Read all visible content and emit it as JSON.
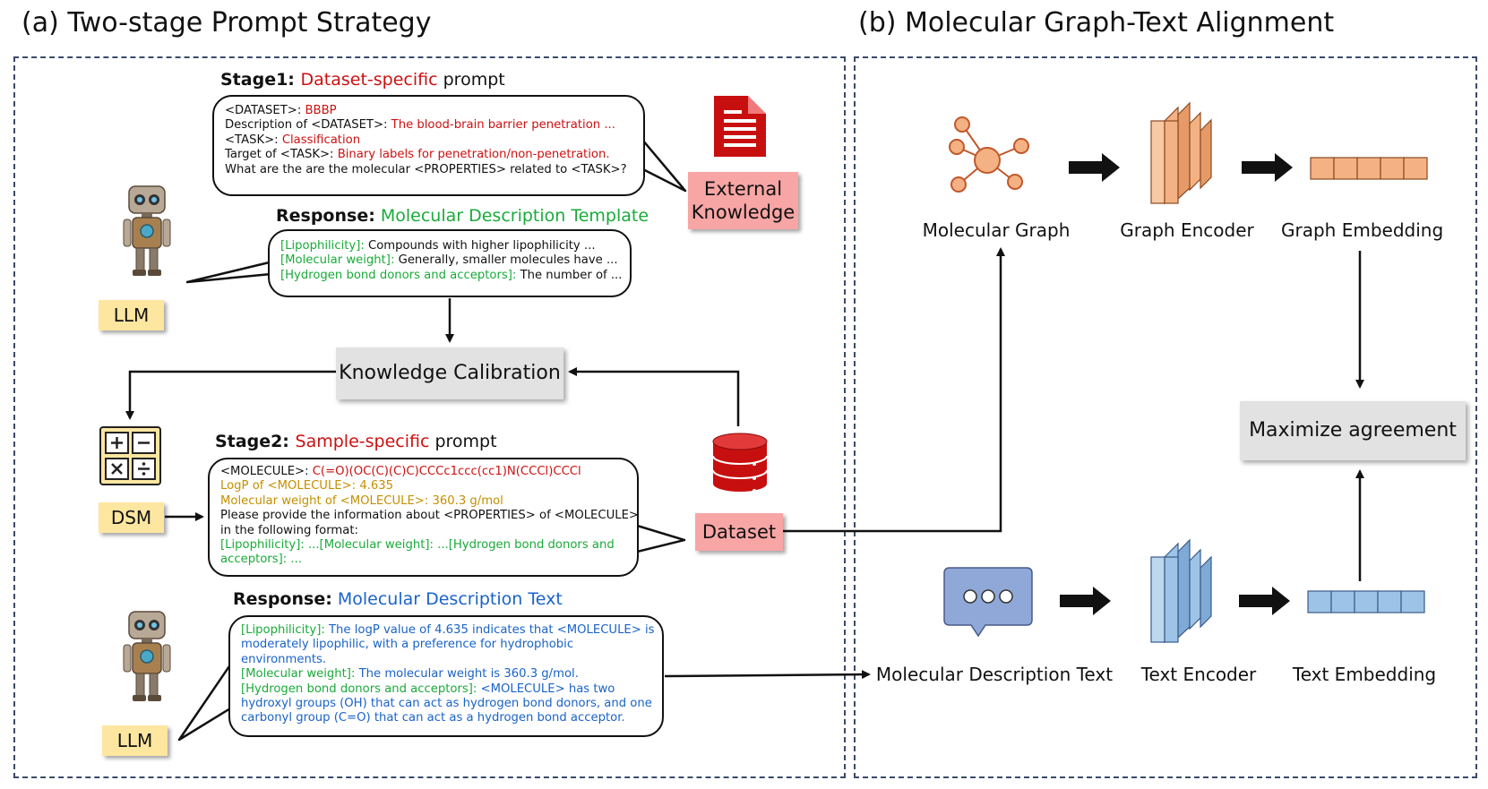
{
  "panel_a": {
    "title": "(a) Two-stage Prompt Strategy",
    "stage1": {
      "prefix": "Stage1",
      "sep": ": ",
      "highlight": "Dataset-specific",
      "suffix": " prompt",
      "lines": {
        "l1_a": "<DATASET>: ",
        "l1_b": "BBBP",
        "l2_a": "Description of <DATASET>: ",
        "l2_b": "The blood-brain barrier penetration ...",
        "l3_a": "<TASK>: ",
        "l3_b": "Classification",
        "l4_a": "Target of <TASK>: ",
        "l4_b": "Binary labels for penetration/non-penetration.",
        "l5": "What are the are the molecular <PROPERTIES> related to <TASK>?"
      }
    },
    "external_knowledge": {
      "line1": "External",
      "line2": "Knowledge"
    },
    "response1": {
      "prefix": "Response:",
      "highlight": "Molecular Description Template",
      "lines": {
        "l1_a": "[Lipophilicity]: ",
        "l1_b": "Compounds with higher lipophilicity ...",
        "l2_a": "[Molecular weight]: ",
        "l2_b": "Generally, smaller molecules have ...",
        "l3_a": "[Hydrogen bond donors and acceptors]: ",
        "l3_b": "The number of ..."
      }
    },
    "llm_label_1": "LLM",
    "knowledge_calibration": "Knowledge Calibration",
    "dsm_label": "DSM",
    "dataset_label": "Dataset",
    "stage2": {
      "prefix": "Stage2",
      "sep": ": ",
      "highlight": "Sample-specific",
      "suffix": " prompt",
      "lines": {
        "l1_a": "<MOLECULE>: ",
        "l1_b": "C(=O)(OC(C)(C)C)CCCc1ccc(cc1)N(CCCl)CCCl",
        "l2": "LogP of <MOLECULE>: 4.635",
        "l3": "Molecular weight of <MOLECULE>: 360.3 g/mol",
        "l4": "Please provide the information about <PROPERTIES> of <MOLECULE>",
        "l5": "in the following format:",
        "l6": "[Lipophilicity]: ...[Molecular weight]: ...[Hydrogen bond donors and",
        "l7": "acceptors]: ..."
      }
    },
    "response2": {
      "prefix": "Response:",
      "highlight": "Molecular Description Text",
      "lines": {
        "l1_a": "[Lipophilicity]: ",
        "l1_b": "The logP value of 4.635 indicates that <MOLECULE> is",
        "l2": "moderately lipophilic, with a preference for hydrophobic",
        "l3": "environments.",
        "l4_a": "[Molecular weight]: ",
        "l4_b": "The molecular weight is 360.3 g/mol.",
        "l5_a": "[Hydrogen bond donors and acceptors]: ",
        "l5_b": "<MOLECULE> has two",
        "l6": "hydroxyl groups (OH) that can act as hydrogen bond donors, and one",
        "l7": "carbonyl group (C=O) that can act as a hydrogen bond acceptor."
      }
    },
    "llm_label_2": "LLM"
  },
  "panel_b": {
    "title": "(b) Molecular Graph-Text Alignment",
    "molecular_graph": "Molecular Graph",
    "graph_encoder": "Graph Encoder",
    "graph_embedding": "Graph Embedding",
    "maximize_agreement": "Maximize agreement",
    "molecular_description_text": "Molecular Description Text",
    "text_encoder": "Text Encoder",
    "text_embedding": "Text Embedding"
  },
  "colors": {
    "red": "#cc1111",
    "green": "#1aab3a",
    "gold": "#c49000",
    "blue": "#1a63c8",
    "graph_orange": "#f4b183",
    "text_blue": "#9dc3e6",
    "pink_box": "#f8a5a5",
    "yellow_label": "#fde6a0"
  },
  "icons": [
    "document-icon",
    "robot-icon",
    "calculator-icon",
    "database-icon",
    "molecule-graph-icon",
    "encoder-icon",
    "embedding-icon",
    "chat-bubble-icon"
  ]
}
